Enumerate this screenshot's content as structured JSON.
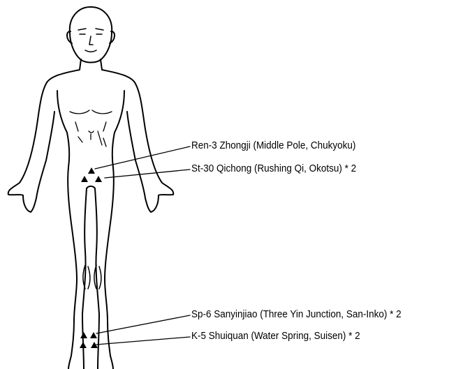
{
  "points": [
    {
      "code": "Ren-3",
      "label": "Ren-3 Zhongji (Middle Pole, Chukyoku)"
    },
    {
      "code": "St-30",
      "label": "St-30 Qichong (Rushing Qi, Okotsu) * 2"
    },
    {
      "code": "Sp-6",
      "label": "Sp-6 Sanyinjiao (Three Yin Junction, San-Inko) * 2"
    },
    {
      "code": "K-5",
      "label": "K-5 Shuiquan (Water Spring, Suisen) * 2"
    }
  ],
  "colors": {
    "ink": "#000000",
    "background": "#ffffff"
  }
}
